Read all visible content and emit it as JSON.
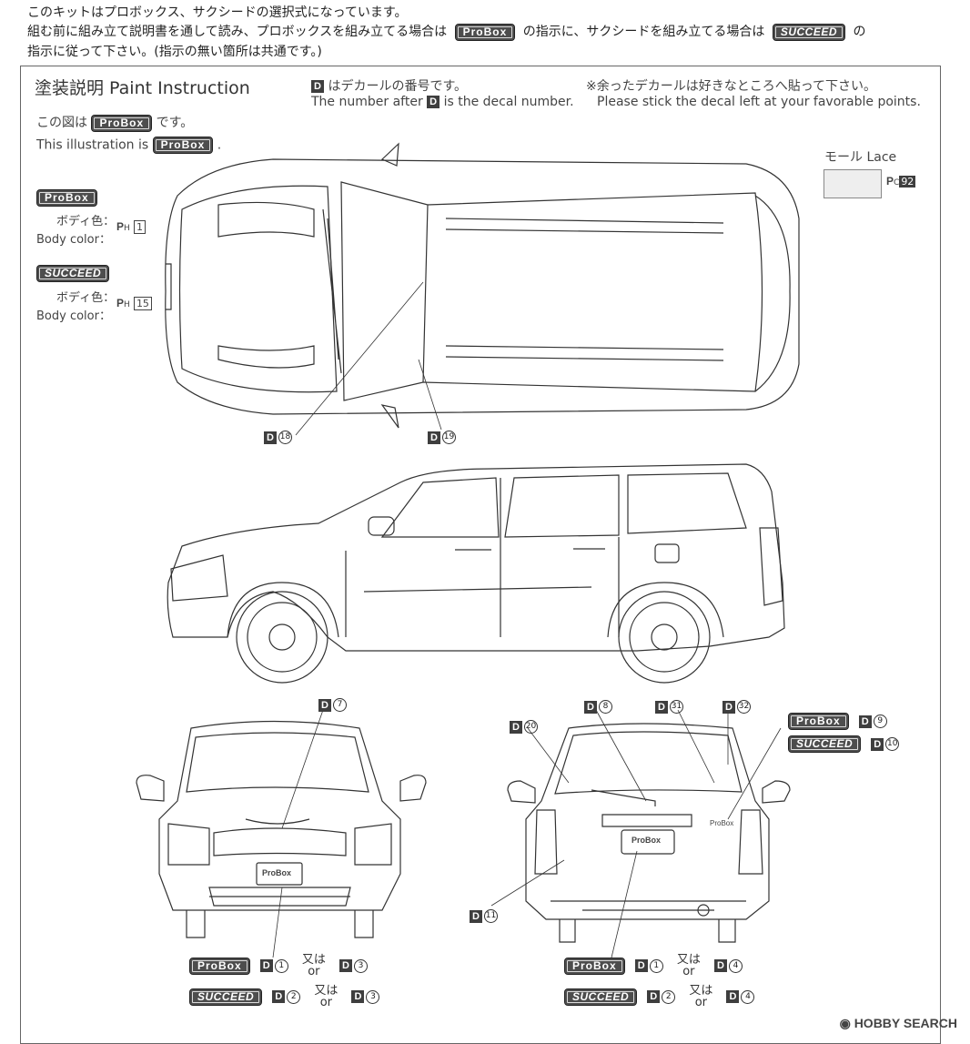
{
  "intro": {
    "line1": "このキットはプロボックス、サクシードの選択式になっています。",
    "line2_a": "組む前に組み立て説明書を通して読み、プロボックスを組み立てる場合は",
    "line2_b": "の指示に、サクシードを組み立てる場合は",
    "line2_c": "の",
    "line3": "指示に従って下さい。(指示の無い箇所は共通です。)"
  },
  "badges": {
    "probox": "ProBox",
    "succeed": "SUCCEED"
  },
  "header": {
    "title": "塗装説明 Paint Instruction",
    "d_letter": "D",
    "decal_jp": "はデカールの番号です。",
    "decal_en_a": "The number after",
    "decal_en_b": "is the decal number.",
    "note_jp": "※余ったデカールは好きなところへ貼って下さい。",
    "note_en": "Please stick the decal left at your favorable points."
  },
  "illustration": {
    "jp_a": "この図は",
    "jp_b": "です。",
    "en_a": "This illustration is",
    "en_b": "."
  },
  "body_color": {
    "label_jp": "ボディ色：",
    "label_en": "Body color：",
    "paint_prefix": "P",
    "paint_sub": "H",
    "probox_code": "1",
    "succeed_code": "15"
  },
  "lace": {
    "label": "モール Lace",
    "paint_prefix": "P",
    "paint_sub": "C",
    "code": "92"
  },
  "colors": {
    "badge_bg": "#4d4d4d",
    "frame": "#666666",
    "swatch": "#eeeeee"
  },
  "decals": {
    "top_left": "18",
    "top_right": "19",
    "front_top": "7",
    "rear_20": "20",
    "rear_8": "8",
    "rear_31": "31",
    "rear_32": "32",
    "rear_probox": "9",
    "rear_succeed": "10",
    "rear_11": "11",
    "front_probox_a": "1",
    "front_probox_b": "3",
    "front_succeed_a": "2",
    "front_succeed_b": "3",
    "rear_probox_a": "1",
    "rear_probox_b": "4",
    "rear_succeed_a": "2",
    "rear_succeed_b": "4"
  },
  "or_text": {
    "jp": "又は",
    "en": "or"
  },
  "plate": {
    "front": "ProBox",
    "rear": "ProBox",
    "tailgate": "ProBox"
  },
  "watermark": "HOBBY SEARCH"
}
